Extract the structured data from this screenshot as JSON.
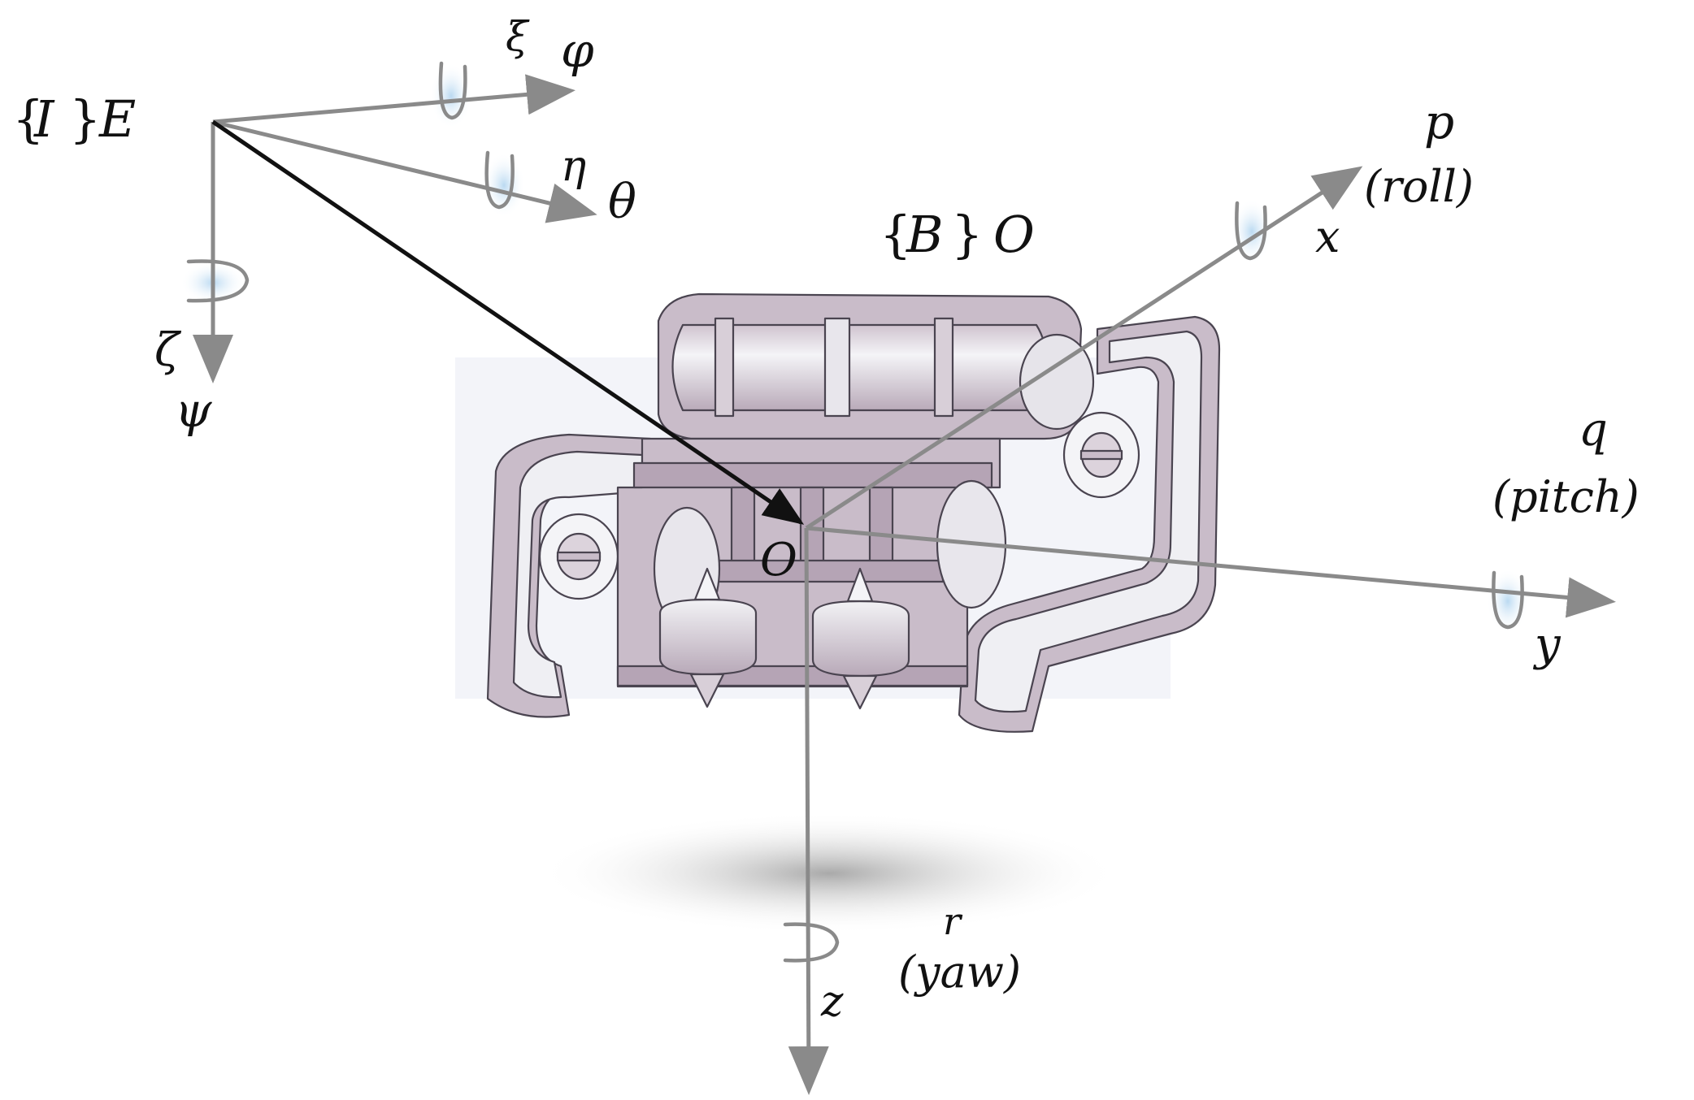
{
  "frames": {
    "inertial": {
      "brace_open": "{",
      "symbol": "I",
      "brace_close": "}",
      "origin": "E"
    },
    "body": {
      "brace_open": "{",
      "symbol": "B",
      "brace_close": "}",
      "origin": "O"
    }
  },
  "inertial_axes": {
    "xi": "ξ",
    "phi": "φ",
    "eta": "η",
    "theta": "θ",
    "zeta": "ζ",
    "psi": "ψ"
  },
  "body_axes": {
    "origin_label": "O",
    "x": {
      "axis": "x",
      "rate": "p",
      "name": "(roll)"
    },
    "y": {
      "axis": "y",
      "rate": "q",
      "name": "(pitch)"
    },
    "z": {
      "axis": "z",
      "rate": "r",
      "name": "(yaw)"
    }
  },
  "colors": {
    "axis": "#8a8a8a",
    "position_vector": "#111111",
    "robot_body": "#c9bcc9",
    "robot_light": "#eeeef2",
    "rotation_glow": "#a9d0ee"
  }
}
